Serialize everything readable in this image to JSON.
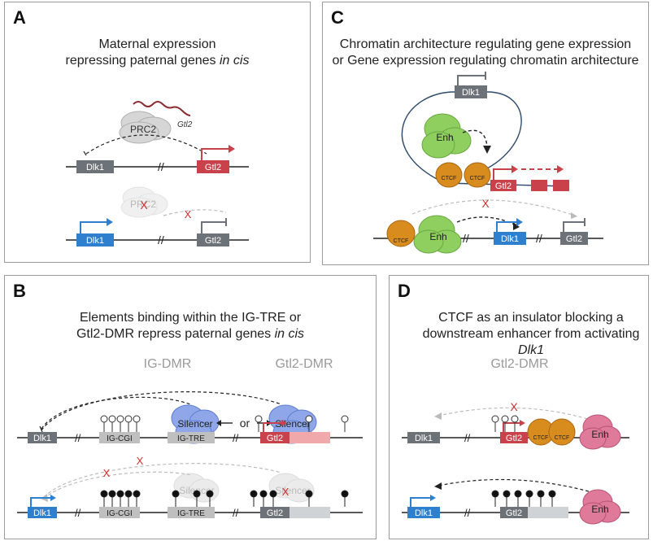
{
  "panels": {
    "a": {
      "letter": "A",
      "title_line1": "Maternal expression",
      "title_line2_prefix": "repressing paternal genes ",
      "title_line2_italic": "in cis",
      "prc2": "PRC2",
      "gtl2_rna": "Gtl2",
      "dlk1": "Dlk1",
      "gtl2": "Gtl2",
      "break": "//",
      "x_mark": "X"
    },
    "b": {
      "letter": "B",
      "title_line1": "Elements binding within the IG-TRE or",
      "title_line2_prefix": "Gtl2-DMR repress paternal genes ",
      "title_line2_italic": "in cis",
      "ig_dmr": "IG-DMR",
      "gtl2_dmr": "Gtl2-DMR",
      "or_text": "or",
      "silencer": "Silencer",
      "dlk1": "Dlk1",
      "ig_cgi": "IG-CGI",
      "ig_tre": "IG-TRE",
      "gtl2": "Gtl2",
      "break": "//",
      "x_mark": "X"
    },
    "c": {
      "letter": "C",
      "title_line1": "Chromatin architecture regulating gene expression",
      "title_line2": "or Gene expression regulating chromatin architecture",
      "dlk1": "Dlk1",
      "enh": "Enh",
      "ctcf": "CTCF",
      "gtl2": "Gtl2",
      "break": "//",
      "x_mark": "X"
    },
    "d": {
      "letter": "D",
      "title_line1": "CTCF as an insulator blocking a",
      "title_line2_prefix": "downstream enhancer from activating ",
      "title_line2_italic": "Dlk1",
      "gtl2_dmr": "Gtl2-DMR",
      "dlk1": "Dlk1",
      "gtl2": "Gtl2",
      "ctcf": "CTCF",
      "enh": "Enh",
      "break": "//",
      "x_mark": "X"
    }
  },
  "colors": {
    "maternal_red": "#c9414a",
    "paternal_blue": "#2f7fcf",
    "gene_gray": "#6d7278",
    "ctcf_orange": "#d98c1e",
    "enh_green": "#8fcf5f",
    "silencer_blue": "#8fa7e8",
    "enh_pink": "#e07a9a"
  }
}
